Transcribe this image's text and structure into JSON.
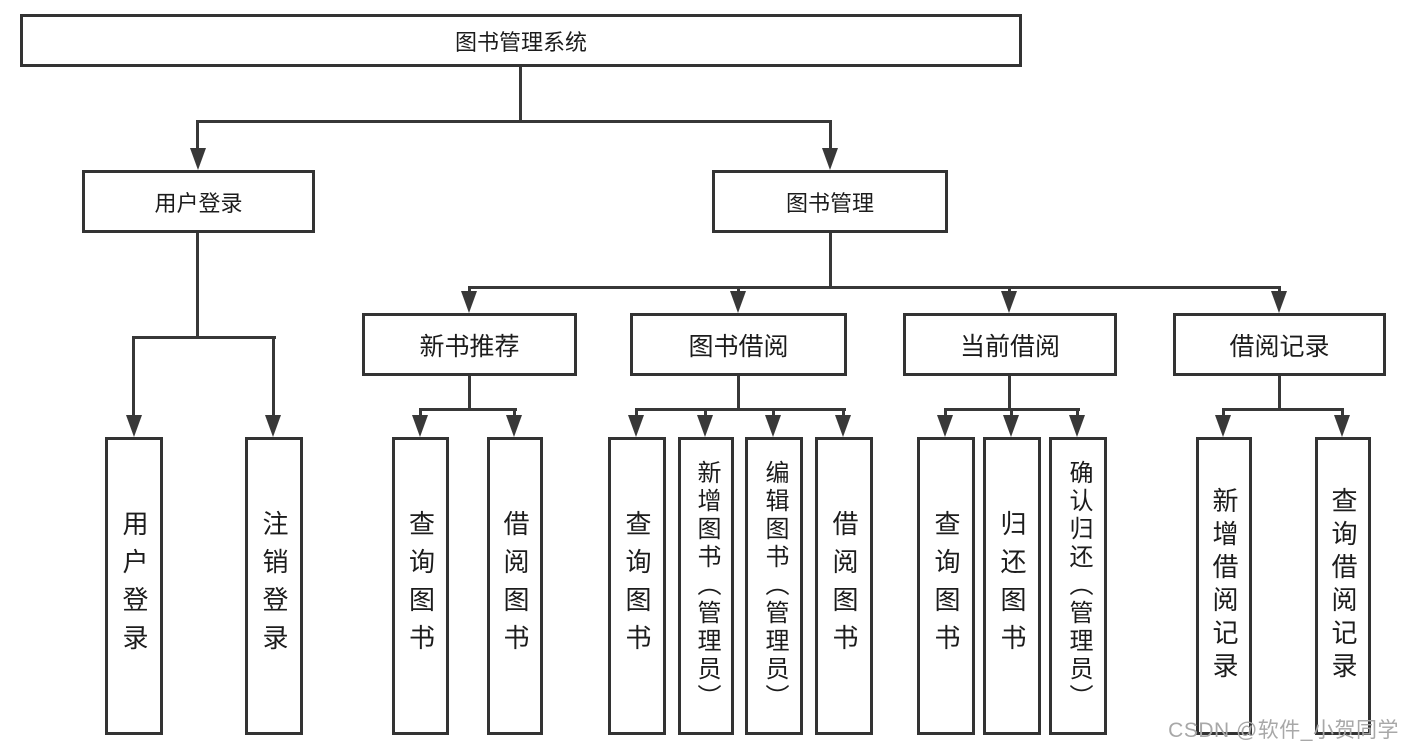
{
  "title": "图书管理系统",
  "level2": {
    "user_login": "用户登录",
    "book_mgmt": "图书管理"
  },
  "level3": {
    "new_book": "新书推荐",
    "book_borrow": "图书借阅",
    "current_borrow": "当前借阅",
    "borrow_record": "借阅记录"
  },
  "leaves": {
    "user_login": [
      "用户登录",
      "注销登录"
    ],
    "new_book": [
      "查询图书",
      "借阅图书"
    ],
    "book_borrow": [
      "查询图书",
      "新增图书（管理员）",
      "编辑图书（管理员）",
      "借阅图书"
    ],
    "current_borrow": [
      "查询图书",
      "归还图书",
      "确认归还（管理员）"
    ],
    "borrow_record": [
      "新增借阅记录",
      "查询借阅记录"
    ]
  },
  "watermark": "CSDN @软件_小贺同学",
  "colors": {
    "line": "#383838",
    "border": "#333333",
    "text": "#1c1c1c",
    "watermark": "#a8a8a8",
    "background": "#ffffff"
  }
}
